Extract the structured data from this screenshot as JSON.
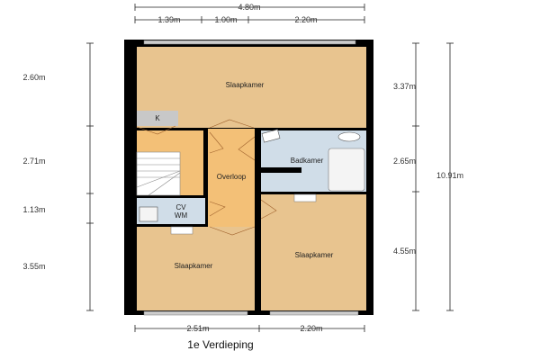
{
  "title": "1e Verdieping",
  "rooms": {
    "slaapkamer_top": "Slaapkamer",
    "kast": "K",
    "overloop": "Overloop",
    "badkamer": "Badkamer",
    "cv_line1": "CV",
    "cv_line2": "WM",
    "slaapkamer_bottom_left": "Slaapkamer",
    "slaapkamer_bottom_right": "Slaapkamer"
  },
  "dimensions": {
    "top_total": "4.80m",
    "top_segments": [
      "1.39m",
      "1.00m",
      "2.20m"
    ],
    "left": [
      "2.60m",
      "2.71m",
      "1.13m",
      "3.55m"
    ],
    "right": [
      "3.37m",
      "2.65m",
      "4.55m"
    ],
    "right_total": "10.91m",
    "bottom": [
      "2.51m",
      "2.20m"
    ]
  },
  "colors": {
    "room": "#e8c48f",
    "landing": "#f3c077",
    "wet": "#d0dde8",
    "wall": "#000000"
  }
}
